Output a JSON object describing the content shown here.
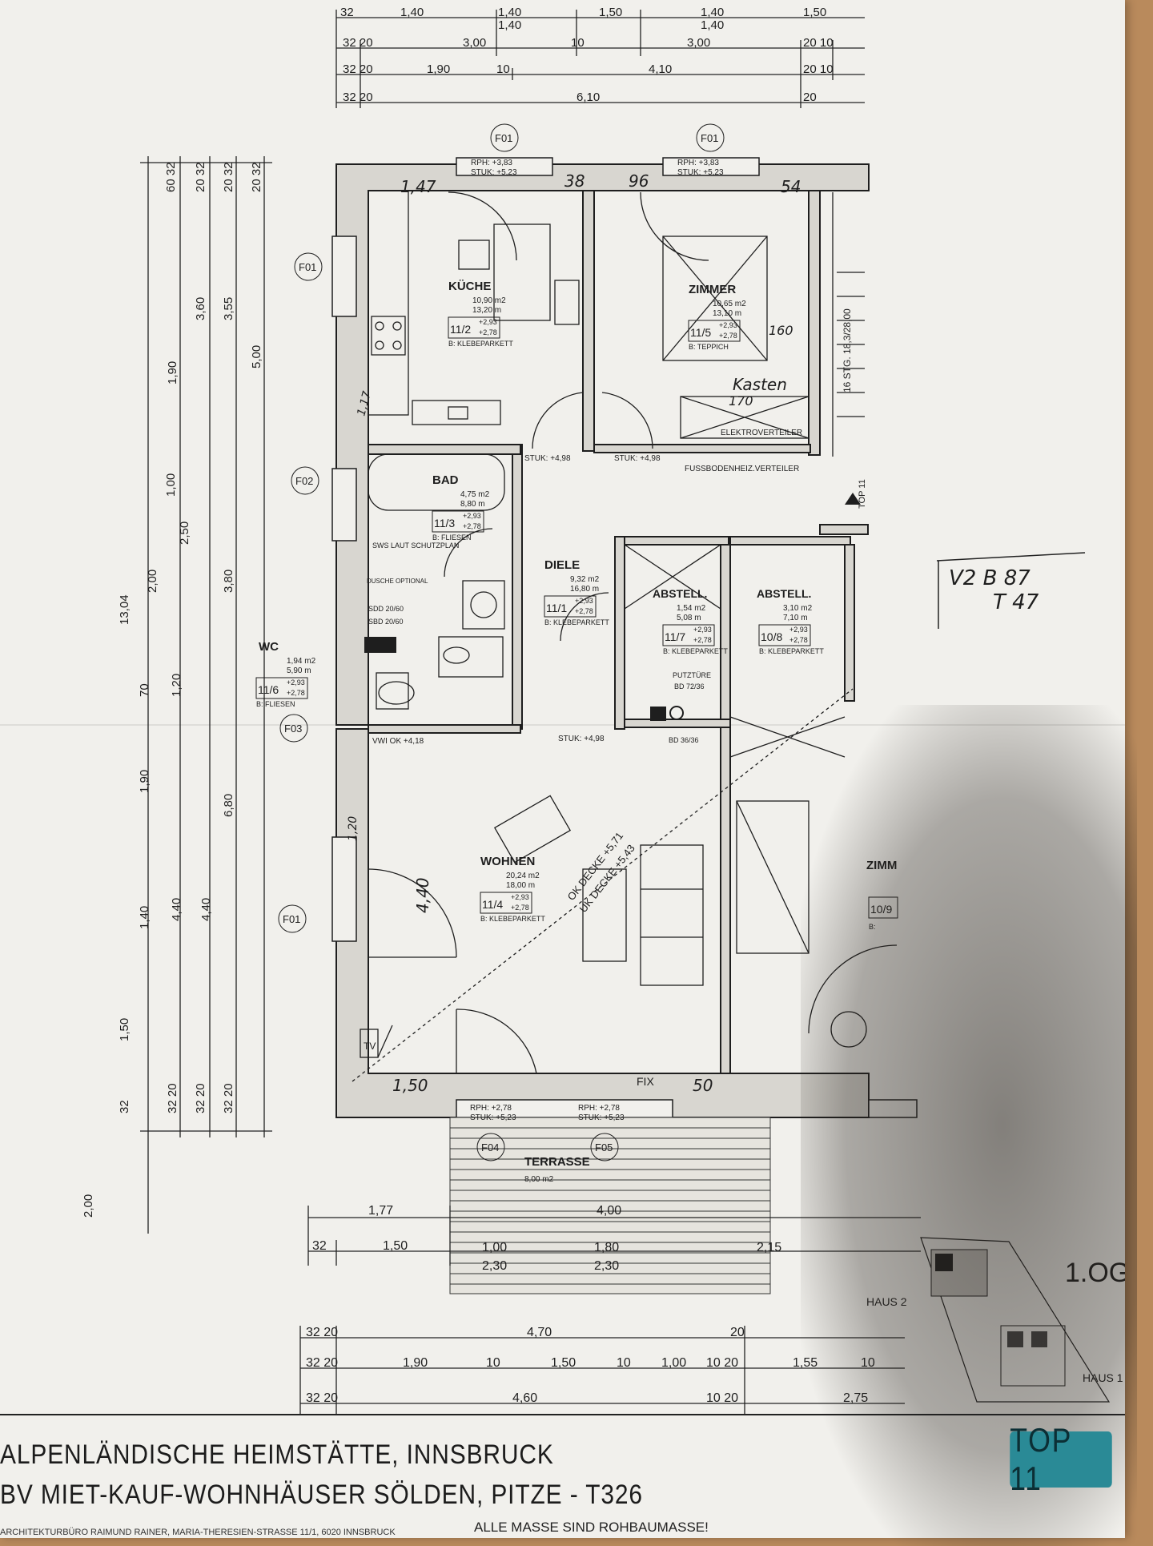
{
  "document": {
    "title_line1": "ALPENLÄNDISCHE HEIMSTÄTTE, INNSBRUCK",
    "title_line2": "BV MIET-KAUF-WOHNHÄUSER SÖLDEN, PITZE - T326",
    "architect": "ARCHITEKTURBÜRO RAIMUND RAINER, MARIA-THERESIEN-STRASSE 11/1, 6020 INNSBRUCK",
    "note": "ALLE MASSE SIND ROHBAUMASSE!",
    "top_badge": "TOP 11",
    "floor": "1.OG",
    "haus2": "HAUS 2",
    "haus1": "HAUS 1",
    "handwritten_note1": "V2 B 87",
    "handwritten_note2": "T 47"
  },
  "rooms": [
    {
      "name": "KÜCHE",
      "area": "10,90 m2",
      "ru": "13,20 m",
      "code": "11/2",
      "h1": "+2,93",
      "h2": "+2,78",
      "floor": "B: KLEBEPARKETT"
    },
    {
      "name": "ZIMMER",
      "area": "10,65 m2",
      "ru": "13,10 m",
      "code": "11/5",
      "h1": "+2,93",
      "h2": "+2,78",
      "floor": "B: TEPPICH"
    },
    {
      "name": "BAD",
      "area": "4,75 m2",
      "ru": "8,80 m",
      "code": "11/3",
      "h1": "+2,93",
      "h2": "+2,78",
      "floor": "B: FLIESEN"
    },
    {
      "name": "DIELE",
      "area": "9,32 m2",
      "ru": "16,80 m",
      "code": "11/1",
      "h1": "+2,93",
      "h2": "+2,78",
      "floor": "B: KLEBEPARKETT"
    },
    {
      "name": "ABSTELL.",
      "area": "1,54 m2",
      "ru": "5,08 m",
      "code": "11/7",
      "h1": "+2,93",
      "h2": "+2,78",
      "floor": "B: KLEBEPARKETT"
    },
    {
      "name": "ABSTELL.",
      "area": "3,10 m2",
      "ru": "7,10 m",
      "code": "10/8",
      "h1": "+2,93",
      "h2": "+2,78",
      "floor": "B: KLEBEPARKETT"
    },
    {
      "name": "WC",
      "area": "1,94 m2",
      "ru": "5,90 m",
      "code": "11/6",
      "h1": "+2,93",
      "h2": "+2,78",
      "floor": "B: FLIESEN"
    },
    {
      "name": "WOHNEN",
      "area": "20,24 m2",
      "ru": "18,00 m",
      "code": "11/4",
      "h1": "+2,93",
      "h2": "+2,78",
      "floor": "B: KLEBEPARKETT"
    },
    {
      "name": "ZIMM",
      "area": "",
      "ru": "",
      "code": "10/9",
      "h1": "",
      "h2": "",
      "floor": "B:"
    },
    {
      "name": "TERRASSE",
      "area": "8,00 m2",
      "ru": "",
      "code": "",
      "h1": "",
      "h2": "",
      "floor": ""
    }
  ],
  "labels": {
    "f01": "F01",
    "f02": "F02",
    "f03": "F03",
    "f04": "F04",
    "f05": "F05",
    "rph_top": "RPH: +3,83",
    "stuk_top": "STUK: +5,23",
    "stuk498": "STUK: +4,98",
    "elektro": "ELEKTROVERTEILER",
    "fussboden": "FUSSBODENHEIZ.VERTEILER",
    "stg": "16 STG. 18,3/28,00",
    "ok_decke": "OK DECKE +5,71",
    "uk_decke": "UK DECKE +5,43",
    "vwi": "VWI OK +4,18",
    "putztuere": "PUTZTÜRE",
    "bd": "BD 72/36",
    "bd2": "BD 36/36",
    "tv": "TV",
    "fix": "FIX",
    "top11": "TOP 11",
    "sws": "SWS LAUT SCHUTZPLAN",
    "dusche": "DUSCHE OPTIONAL",
    "sdd": "SDD 20/60",
    "sbd": "SBD 20/60",
    "rph_bottom1": "RPH: +2,78",
    "stuk_bottom1": "STUK: +5,23",
    "hw_kasten": "Kasten",
    "hw_170": "170",
    "hw_160": "160",
    "hw_147": "1,47",
    "hw_138": "38",
    "hw_96": "96",
    "hw_54": "54",
    "hw_150": "1,50",
    "hw_50": "50",
    "hw_440": "4,40",
    "hw_120": "1,20",
    "hw_117": "1,17"
  },
  "dims_top": [
    {
      "row": "32 | 1,40 | 1,40 | 1,50 | 1,40 | 1,50"
    },
    {
      "row": "32 20 | 3,00 | 10 | 3,00 | 20 10"
    },
    {
      "row": "32 20 | 1,90 | 10 | 4,10 | 20 10"
    },
    {
      "row": "32 20 | 6,10 | 20"
    }
  ],
  "dims_left": [
    "13,04",
    "2,00",
    "3,60",
    "3,55",
    "5,00",
    "6,80",
    "1,90",
    "2,50",
    "1,40",
    "4,40",
    "1,50",
    "1,00",
    "1,20",
    "70"
  ],
  "dims_bottom": [
    {
      "row": "1,77 | 4,00"
    },
    {
      "row": "32 | 1,50 | 1,00 2,30 | 1,80 2,30 | 2,15"
    },
    {
      "row": "32 20 | 4,70 | 20"
    },
    {
      "row": "32 20 | 1,90 | 10 | 1,50 | 10 | 1,00 | 10 20 | 1,55 | 10"
    },
    {
      "row": "32 20 | 4,60 | 10 20 | 2,75"
    }
  ],
  "colors": {
    "paper": "#f1f0ec",
    "ink": "#1e1e1e",
    "wall_fill": "#d8d6d0",
    "badge": "#2a8a96",
    "table": "#b98a5c"
  }
}
